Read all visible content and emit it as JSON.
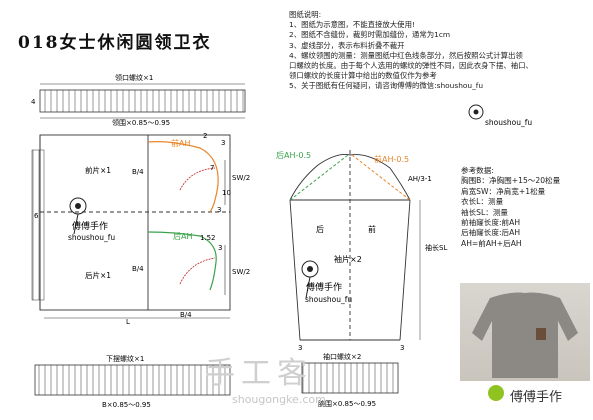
{
  "title": "018女士休闲圆领卫衣",
  "notes": {
    "heading": "图纸说明:",
    "lines": [
      "1、图纸为示意图，不能直接放大使用!",
      "2、图纸不含缝份，裁剪时需加缝份，通常为1cm",
      "3、虚线部分，表示布料折叠不裁开",
      "4、螺纹领围的测量：测量图纸中红色线条部分，然后按照公式计算出领",
      "口螺纹的长度。由于每个人选用的螺纹的弹性不同，因此衣身下摆、袖口、",
      "领口螺纹的长度计算中给出的数值仅作为参考",
      "5、关于图纸有任何疑问，请咨询傅傅的微信:shoushou_fu"
    ]
  },
  "params": {
    "heading": "参考数据:",
    "lines": [
      "胸围B：净胸围+15～20松量",
      "肩宽SW：净肩宽+1松量",
      "衣长L：测量",
      "袖长SL：测量",
      "前袖窿长度:前AH",
      "后袖窿长度:后AH",
      "AH=前AH+后AH"
    ]
  },
  "labels": {
    "collar_rib": "领口螺纹×1",
    "collar_formula": "领围×0.85～0.95",
    "front_piece": "前片×1",
    "back_piece": "后片×1",
    "front_ah": "前AH",
    "back_ah": "后AH",
    "b4_top": "B/4",
    "b4_mid": "B/4",
    "b4_bottom": "B/4",
    "sw2_top": "SW/2",
    "sw2_bottom": "SW/2",
    "l_label": "L",
    "num_2a": "2",
    "num_3a": "3",
    "num_3b": "3",
    "num_7": "7",
    "num_10": "10",
    "num_6": "6",
    "num_15": "1.5",
    "num_2b": "2",
    "num_3c": "3",
    "num_4": "4",
    "hem_rib": "下摆螺纹×1",
    "hem_formula": "B×0.85～0.95",
    "sleeve_back_ah": "后AH-0.5",
    "sleeve_front_ah": "前AH-0.5",
    "sleeve_ah3": "AH/3-1",
    "sleeve_back": "后",
    "sleeve_front": "前",
    "sleeve_piece": "袖片×2",
    "sleeve_length": "袖长SL",
    "cuff_rib": "袖口螺纹×2",
    "cuff_formula": "腕围×0.85～0.95",
    "cuff_num_left": "3",
    "cuff_num_right": "3",
    "brand_stamp_text": "傅傅手作",
    "brand_stamp_handle": "shoushou_fu",
    "notes_stamp_handle": "shoushou_fu"
  },
  "watermark": {
    "main": "手工客",
    "domain": "shougongke.com"
  },
  "brand": "傅傅手作",
  "colors": {
    "orange": "#e8862a",
    "green": "#3aa34a",
    "line": "#333333",
    "rib": "#555555"
  }
}
